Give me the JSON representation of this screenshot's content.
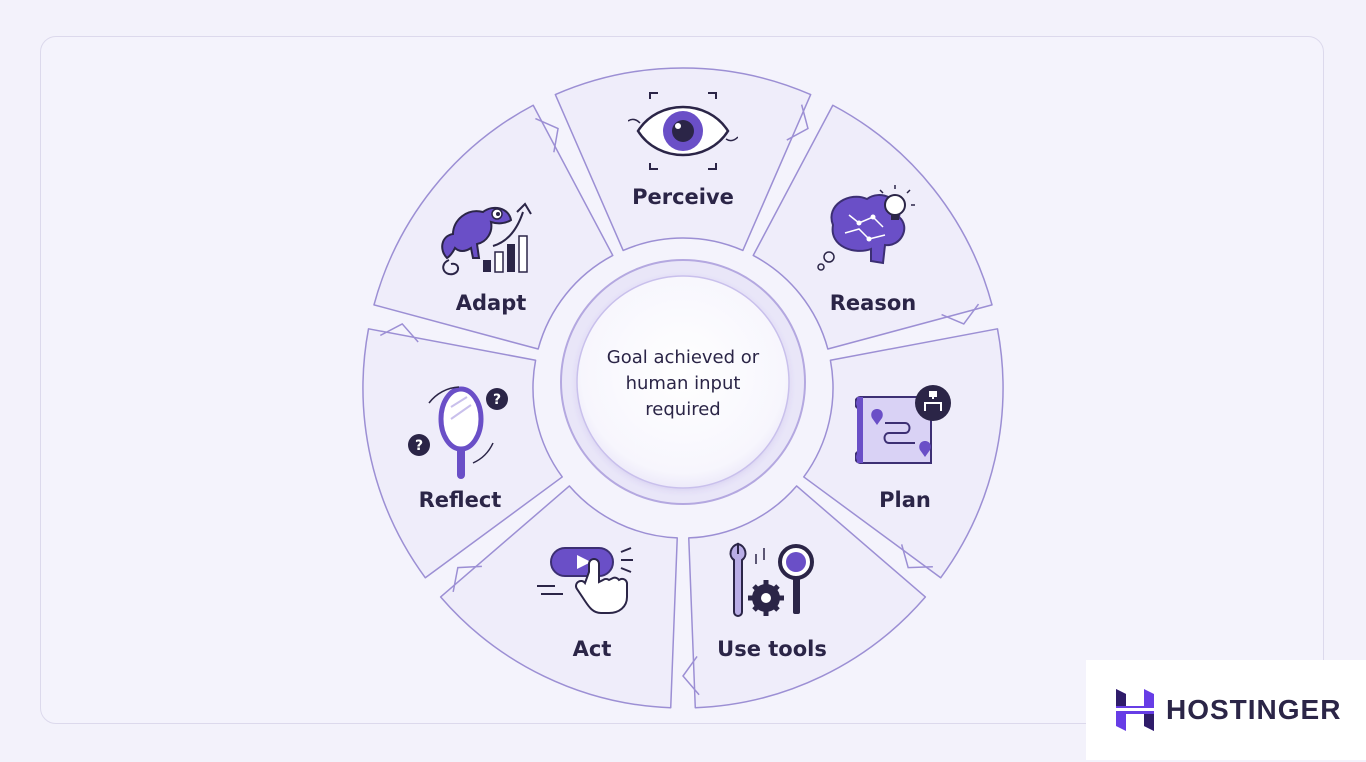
{
  "diagram": {
    "center_text": "Goal achieved or human input required",
    "steps": [
      {
        "label": "Perceive",
        "icon": "eye-icon"
      },
      {
        "label": "Reason",
        "icon": "brain-lightbulb-icon"
      },
      {
        "label": "Plan",
        "icon": "map-flowchart-icon"
      },
      {
        "label": "Use tools",
        "icon": "wrench-magnifier-gear-icon"
      },
      {
        "label": "Act",
        "icon": "hand-click-play-button-icon"
      },
      {
        "label": "Reflect",
        "icon": "mirror-question-icon"
      },
      {
        "label": "Adapt",
        "icon": "chameleon-growth-chart-icon"
      }
    ]
  },
  "brand": {
    "name": "HOSTINGER"
  },
  "colors": {
    "accent": "#6a4fc7",
    "accent_dark": "#3c2f73",
    "text": "#2b2547",
    "segment_fill": "#efedfa",
    "segment_stroke": "#9c8fd4",
    "background": "#f3f2fb"
  }
}
